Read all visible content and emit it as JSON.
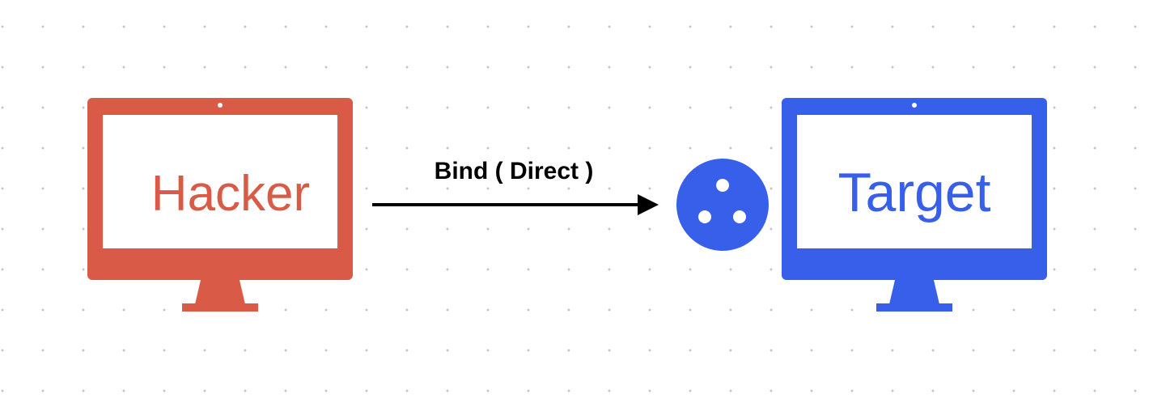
{
  "diagram": {
    "hacker": {
      "label": "Hacker",
      "color": "#d95b47"
    },
    "target": {
      "label": "Target",
      "color": "#375fea"
    },
    "connection": {
      "label": "Bind ( Direct )",
      "direction": "hacker-to-target",
      "arrow_color": "#000000"
    },
    "port_icon": "port-socket-icon"
  }
}
